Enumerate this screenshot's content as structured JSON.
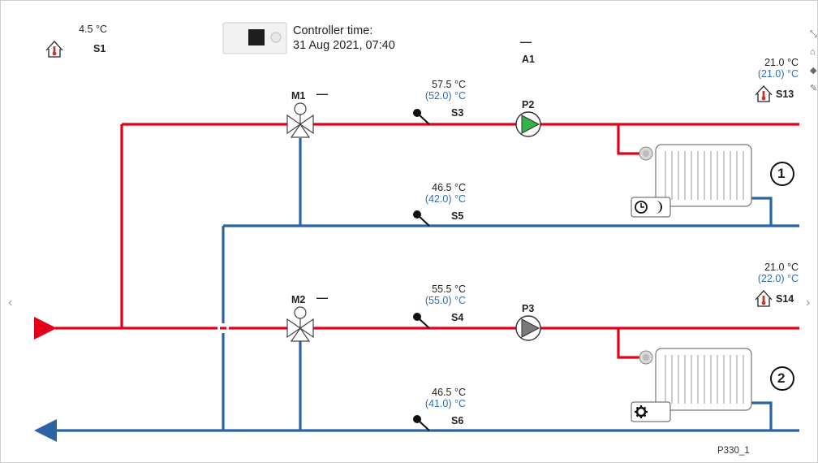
{
  "header": {
    "controller_label": "Controller time:",
    "controller_time": "31 Aug 2021, 07:40",
    "output_label": "A1",
    "output_state": "—"
  },
  "outdoor": {
    "temp": "4.5 °C",
    "sensor": "S1"
  },
  "mixers": [
    {
      "id": "M1",
      "state": "—"
    },
    {
      "id": "M2",
      "state": "—"
    }
  ],
  "pumps": [
    {
      "id": "P2",
      "status_color": "#2fb34a"
    },
    {
      "id": "P3",
      "status_color": "#7a7a7a"
    }
  ],
  "sensors": {
    "S3": {
      "actual": "57.5 °C",
      "set": "(52.0) °C",
      "name": "S3"
    },
    "S5": {
      "actual": "46.5 °C",
      "set": "(42.0) °C",
      "name": "S5"
    },
    "S4": {
      "actual": "55.5 °C",
      "set": "(55.0) °C",
      "name": "S4"
    },
    "S6": {
      "actual": "46.5 °C",
      "set": "(41.0) °C",
      "name": "S6"
    }
  },
  "rooms": [
    {
      "actual": "21.0 °C",
      "set": "(21.0) °C",
      "sensor": "S13",
      "circuit": "1",
      "mode_icons": [
        "clock-icon",
        "moon-icon"
      ]
    },
    {
      "actual": "21.0 °C",
      "set": "(22.0) °C",
      "sensor": "S14",
      "circuit": "2",
      "mode_icons": [
        "gear-icon"
      ]
    }
  ],
  "footer": {
    "scheme_id": "P330_1"
  },
  "colors": {
    "supply": "#e3001b",
    "return": "#2a64a3",
    "text_blue": "#2e6fb0"
  }
}
